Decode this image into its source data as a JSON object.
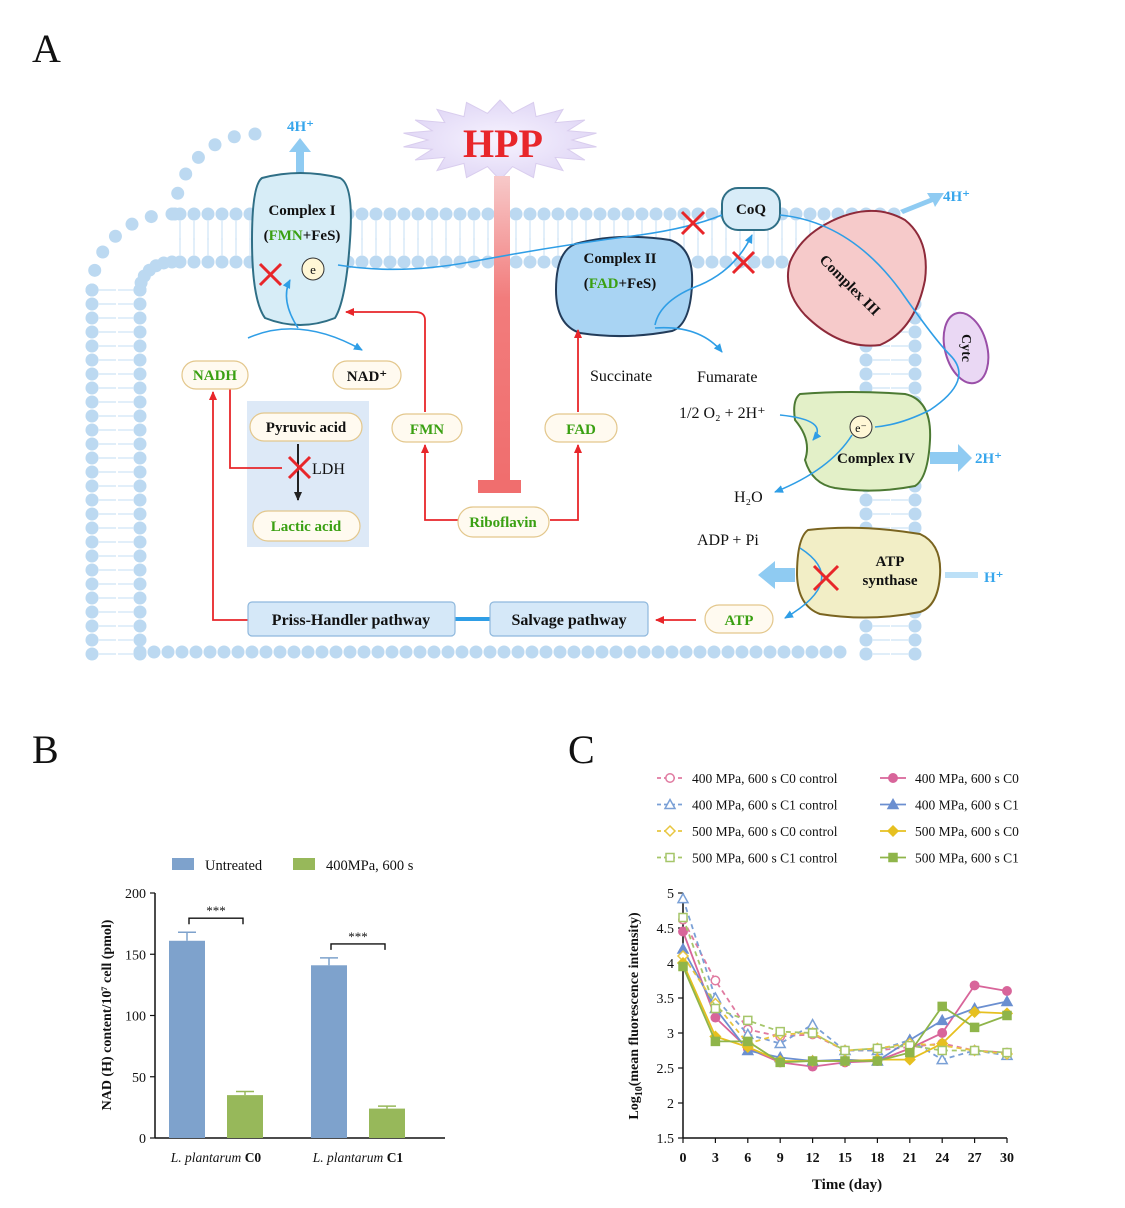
{
  "panels": {
    "a": "A",
    "b": "B",
    "c": "C"
  },
  "diagram": {
    "hpp": "HPP",
    "proton_4h_top": "4H⁺",
    "proton_4h_right": "4H⁺",
    "proton_2h": "2H⁺",
    "proton_h": "H⁺",
    "complex1": {
      "line1": "Complex I",
      "paren_open": "(",
      "cofactor": "FMN",
      "rest": "+FeS)"
    },
    "complex2": {
      "line1": "Complex II",
      "paren_open": "(",
      "cofactor": "FAD",
      "rest": "+FeS)"
    },
    "complex3": "Complex III",
    "complex4": "Complex IV",
    "atp_synthase": {
      "line1": "ATP",
      "line2": "synthase"
    },
    "coq": "CoQ",
    "cytc": "Cytc",
    "electron": "e",
    "electron_minus": "e⁻",
    "nadh": "NADH",
    "nad_plus": "NAD⁺",
    "fmn": "FMN",
    "fad": "FAD",
    "riboflavin": "Riboflavin",
    "atp": "ATP",
    "pyruvic": "Pyruvic acid",
    "ldh": "LDH",
    "lactic": "Lactic acid",
    "succinate": "Succinate",
    "fumarate": "Fumarate",
    "oxygen": "1/2 O₂ + 2H⁺",
    "water": "H₂O",
    "adp": "ADP + Pi",
    "priss": "Priss-Handler pathway",
    "salvage": "Salvage pathway",
    "colors": {
      "green_text": "#3aa012",
      "red": "#e8262a",
      "blue_arrow": "#2f9ee6",
      "hpp_red": "#e8262a"
    }
  },
  "chart_b": {
    "type": "bar",
    "categories_italic": [
      "L. plantarum",
      "L. plantarum"
    ],
    "categories_bold": [
      "C0",
      "C1"
    ],
    "series": [
      {
        "name": "Untreated",
        "color": "#7ea2cc",
        "values": [
          161,
          141
        ],
        "errors": [
          7,
          6
        ]
      },
      {
        "name": "400MPa, 600 s",
        "color": "#97b85a",
        "values": [
          35,
          24
        ],
        "errors": [
          3,
          2
        ]
      }
    ],
    "ylabel": "NAD (H) content/10⁷ cell (pmol)",
    "ylim": [
      0,
      200
    ],
    "yticks": [
      "0",
      "50",
      "100",
      "150",
      "200"
    ],
    "significance": [
      "***",
      "***"
    ]
  },
  "chart_c": {
    "type": "line",
    "xlabel": "Time (day)",
    "ylabel": "Log10(mean fluorescence intensity)",
    "ylabel_main": "Log",
    "ylabel_sub": "10",
    "ylabel_rest": "(mean fluorescence intensity)",
    "x": [
      0,
      3,
      6,
      9,
      12,
      15,
      18,
      21,
      24,
      27,
      30
    ],
    "xticks": [
      "0",
      "3",
      "6",
      "9",
      "12",
      "15",
      "18",
      "21",
      "24",
      "27",
      "30"
    ],
    "yticks": [
      "1.5",
      "2",
      "2.5",
      "3",
      "3.5",
      "4",
      "4.5",
      "5"
    ],
    "ylim": [
      1.5,
      5
    ],
    "series": [
      {
        "name": "400 MPa, 600 s C0 control",
        "color": "#e07aa0",
        "dashed": true,
        "marker": "circle-open",
        "values": [
          4.62,
          3.75,
          3.05,
          2.95,
          2.98,
          2.75,
          2.75,
          2.8,
          2.85,
          2.75,
          2.72
        ]
      },
      {
        "name": "400 MPa, 600 s C0",
        "color": "#d8659a",
        "dashed": false,
        "marker": "circle",
        "values": [
          4.45,
          3.22,
          2.78,
          2.58,
          2.52,
          2.58,
          2.6,
          2.78,
          3.0,
          3.68,
          3.6
        ]
      },
      {
        "name": "400 MPa, 600 s C1 control",
        "color": "#7aa0d6",
        "dashed": true,
        "marker": "triangle-open",
        "values": [
          4.92,
          3.5,
          2.98,
          2.85,
          3.12,
          2.75,
          2.75,
          2.9,
          2.62,
          2.75,
          2.68
        ]
      },
      {
        "name": "400 MPa, 600 s C1",
        "color": "#6b8fd0",
        "dashed": false,
        "marker": "triangle",
        "values": [
          4.2,
          3.35,
          2.75,
          2.65,
          2.6,
          2.62,
          2.6,
          2.9,
          3.18,
          3.35,
          3.45
        ]
      },
      {
        "name": "500 MPa, 600 s C0 control",
        "color": "#e8c640",
        "dashed": true,
        "marker": "diamond-open",
        "values": [
          4.1,
          3.42,
          2.85,
          2.98,
          3.0,
          2.75,
          2.78,
          2.85,
          2.82,
          2.75,
          2.7
        ]
      },
      {
        "name": "500 MPa, 600 s C0",
        "color": "#e6c020",
        "dashed": false,
        "marker": "diamond",
        "values": [
          4.0,
          2.95,
          2.8,
          2.6,
          2.6,
          2.6,
          2.62,
          2.62,
          2.85,
          3.3,
          3.28
        ]
      },
      {
        "name": "500 MPa, 600 s C1 control",
        "color": "#a6c66a",
        "dashed": true,
        "marker": "square-open",
        "values": [
          4.65,
          3.35,
          3.18,
          3.02,
          3.0,
          2.75,
          2.78,
          2.82,
          2.75,
          2.75,
          2.72
        ]
      },
      {
        "name": "500 MPa, 600 s C1",
        "color": "#8fb54a",
        "dashed": false,
        "marker": "square",
        "values": [
          3.95,
          2.88,
          2.88,
          2.58,
          2.6,
          2.6,
          2.6,
          2.72,
          3.38,
          3.08,
          3.25
        ]
      }
    ]
  }
}
